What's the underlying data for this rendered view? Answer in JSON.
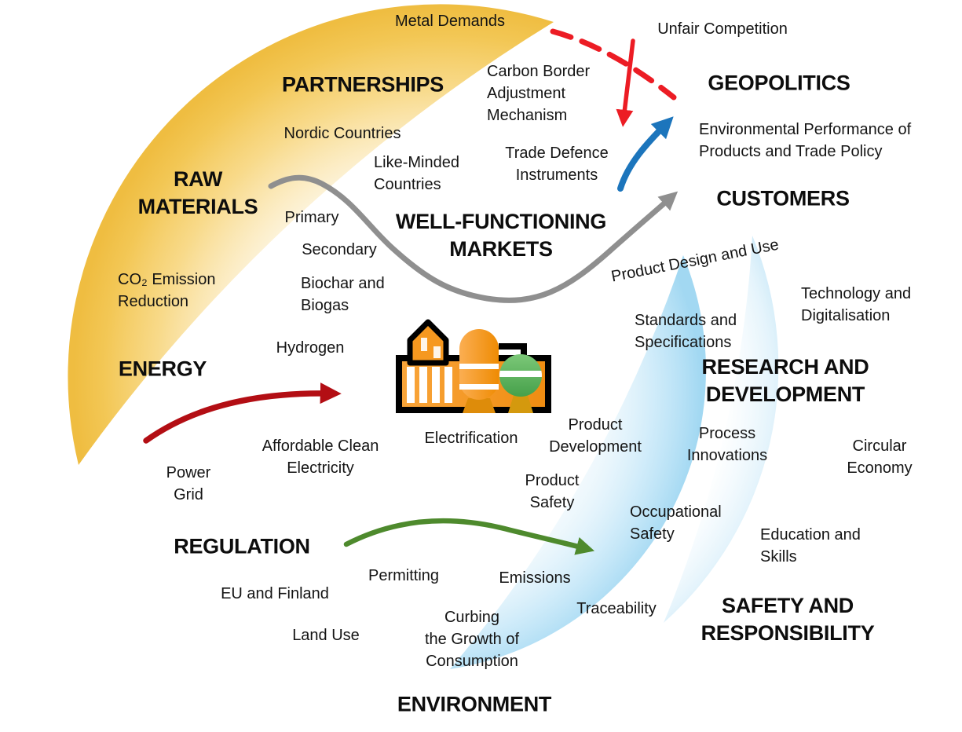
{
  "diagram_title_implied": "Operating environment themes around a metals production plant",
  "center_icon": "factory-icon",
  "labels": {
    "metal_demands": "Metal Demands",
    "partnerships": "PARTNERSHIPS",
    "unfair_competition": "Unfair Competition",
    "carbon_border": "Carbon Border\nAdjustment\nMechanism",
    "geopolitics": "GEOPOLITICS",
    "nordic_countries": "Nordic Countries",
    "like_minded": "Like-Minded\nCountries",
    "trade_defence": "Trade Defence\nInstruments",
    "env_performance": "Environmental Performance of\nProducts and Trade Policy",
    "customers": "CUSTOMERS",
    "raw_materials": "RAW\nMATERIALS",
    "primary": "Primary",
    "secondary": "Secondary",
    "wf_markets": "WELL-FUNCTIONING\nMARKETS",
    "co2": "CO₂ Emission\nReduction",
    "biochar": "Biochar and\nBiogas",
    "hydrogen": "Hydrogen",
    "energy": "ENERGY",
    "product_design": "Product Design and Use",
    "tech_digital": "Technology and\nDigitalisation",
    "standards": "Standards and\nSpecifications",
    "rnd": "RESEARCH AND DEVELOPMENT",
    "product_development": "Product\nDevelopment",
    "electrification": "Electrification",
    "process_innovations": "Process\nInnovations",
    "circular_economy": "Circular Economy",
    "affordable": "Affordable Clean\nElectricity",
    "product_safety": "Product\nSafety",
    "power_grid": "Power\nGrid",
    "occupational": "Occupational\nSafety",
    "education": "Education and\nSkills",
    "regulation": "REGULATION",
    "permitting": "Permitting",
    "emissions": "Emissions",
    "eu_finland": "EU and Finland",
    "traceability": "Traceability",
    "safety_resp": "SAFETY AND\nRESPONSIBILITY",
    "land_use": "Land Use",
    "curbing": "Curbing\nthe Growth of\nConsumption",
    "environment": "ENVIRONMENT"
  },
  "connections": [
    {
      "name": "raw-materials-to-customers",
      "style": "solid S-curve arrow",
      "color": "#8F8F8F"
    },
    {
      "name": "energy-to-plant",
      "style": "solid curved arrow",
      "color": "#B30E14"
    },
    {
      "name": "regulation-to-occupational-safety",
      "style": "solid curved arrow",
      "color": "#4E8A2D"
    },
    {
      "name": "trade-defence-to-geopolitics",
      "style": "solid curved arrow",
      "color": "#1C75BC"
    },
    {
      "name": "unfair-competition-blocked",
      "style": "dashed arc crossed by solid arrow (X)",
      "color": "#EC1C24"
    }
  ],
  "colors": {
    "yellow_arc": "#EFBD41",
    "blue_arc": "#A2D8F2",
    "gray_arrow": "#8F8F8F",
    "dark_red_arrow": "#B30E14",
    "bright_red_arrow": "#EC1C24",
    "blue_arrow": "#1C75BC",
    "green_arrow": "#4E8A2D",
    "factory_orange": "#F5921E",
    "factory_green": "#55AF52",
    "text": "#141414",
    "background": "#FFFFFF"
  }
}
